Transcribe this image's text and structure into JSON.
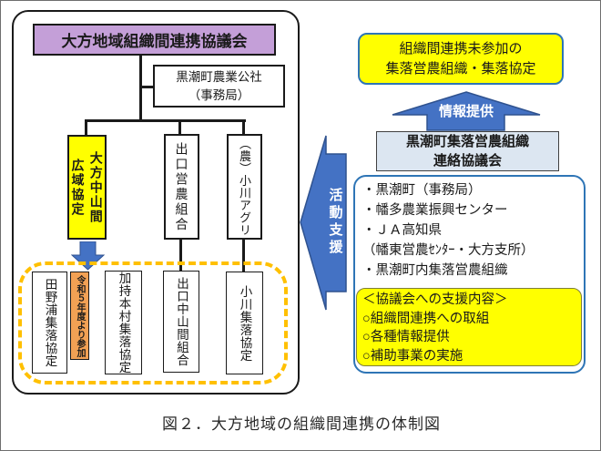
{
  "colors": {
    "purple": "#C49FD8",
    "yellow": "#FFFF00",
    "orange_note": "#F2A154",
    "dashed_border": "#FFC000",
    "arrow_blue": "#4472C4",
    "arrow_blue_border": "#2F528F",
    "council_header_bg": "#DCE6F1",
    "round_box_border_blue": "#2E75B6"
  },
  "left_panel": {
    "title": "大方地域組織間連携協議会",
    "secretariat": "黒潮町農業公社\n（事務局）",
    "mid_boxes": [
      "大方中山間\n広域協定",
      "出口営農組合",
      "（農）小川アグリ"
    ],
    "bottom_boxes": [
      "田野浦集落協定",
      "加持本村集落協定",
      "出口中山間組合",
      "小川集落協定"
    ],
    "new_member_note": "令和５年度より参加"
  },
  "right_panel": {
    "non_participants_box": "組織間連携未参加の\n集落営農組織・集落協定",
    "info_arrow_label": "情報提供",
    "council_title": "黒潮町集落営農組織\n連絡協議会",
    "members": [
      "・黒潮町（事務局）",
      "・幡多農業振興センター",
      "・ＪＡ高知県",
      "（幡東営農ｾﾝﾀｰ・大方支所）",
      "・黒潮町内集落営農組織"
    ],
    "support": {
      "title": "＜協議会への支援内容＞",
      "items": [
        "○組織間連携への取組",
        "○各種情報提供",
        "○補助事業の実施"
      ]
    },
    "activity_arrow_label": "活動支援"
  },
  "caption": "図２．大方地域の組織間連携の体制図"
}
